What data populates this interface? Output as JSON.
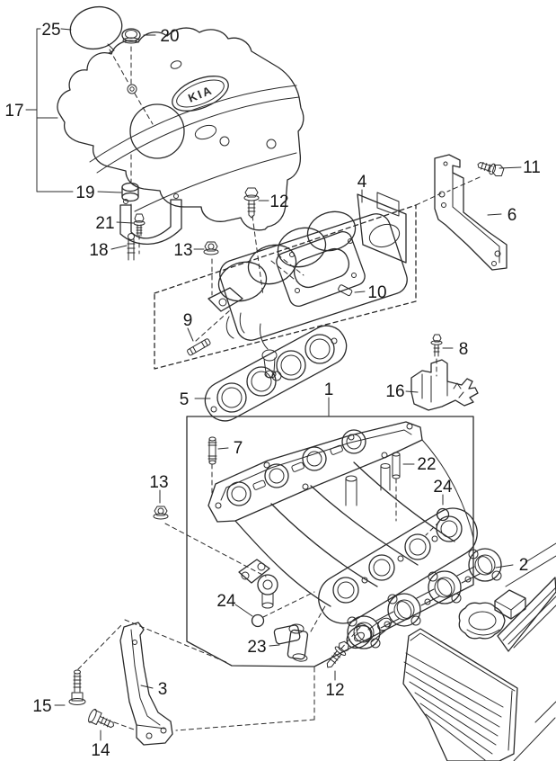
{
  "figure": {
    "kind": "exploded-parts-diagram",
    "background_color": "#ffffff",
    "line_color": "#2a2a2a"
  },
  "logo": {
    "text": "KIA"
  },
  "callouts": [
    {
      "label": "25"
    },
    {
      "label": "20"
    },
    {
      "label": "17"
    },
    {
      "label": "19"
    },
    {
      "label": "21"
    },
    {
      "label": "18"
    },
    {
      "label": "13"
    },
    {
      "label": "12"
    },
    {
      "label": "4"
    },
    {
      "label": "11"
    },
    {
      "label": "6"
    },
    {
      "label": "10"
    },
    {
      "label": "9"
    },
    {
      "label": "8"
    },
    {
      "label": "5"
    },
    {
      "label": "1"
    },
    {
      "label": "16"
    },
    {
      "label": "7"
    },
    {
      "label": "22"
    },
    {
      "label": "13"
    },
    {
      "label": "24"
    },
    {
      "label": "2"
    },
    {
      "label": "24"
    },
    {
      "label": "23"
    },
    {
      "label": "12"
    },
    {
      "label": "3"
    },
    {
      "label": "15"
    },
    {
      "label": "14"
    }
  ]
}
